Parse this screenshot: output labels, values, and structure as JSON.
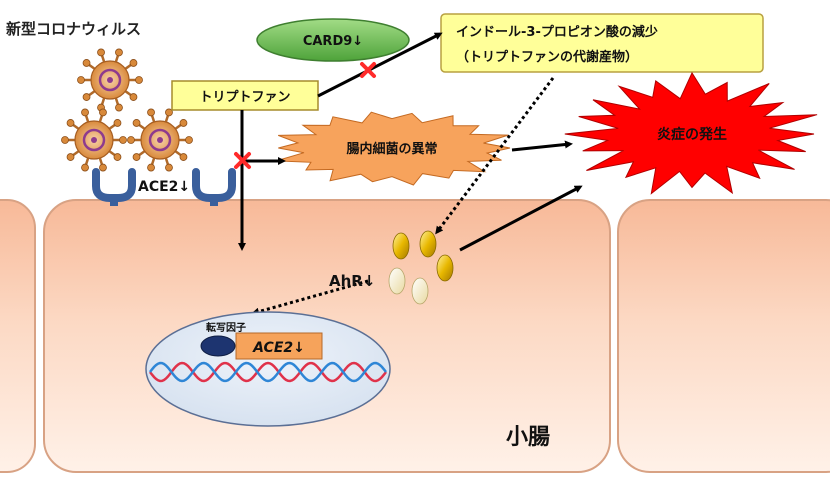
{
  "labels": {
    "virus": "新型コロナウィルス",
    "card9": "CARD9↓",
    "tryptophan": "トリプトファン",
    "ipa_line1": "インドール-3-プロピオン酸の減少",
    "ipa_line2": "（トリプトファンの代謝産物）",
    "dysbiosis": "腸内細菌の異常",
    "inflammation": "炎症の発生",
    "ace2_receptor": "ACE2↓",
    "ahr": "AhR↓",
    "transcription_factor": "転写因子",
    "ace2_gene": "ACE2↓",
    "small_intestine": "小腸"
  },
  "colors": {
    "cell_fill": "#fbd3bb",
    "cell_stroke": "#d9a68c",
    "nucleus_fill": "#dfe8f4",
    "nucleus_stroke": "#5b6f95",
    "callout_fill": "#ffff99",
    "callout_stroke": "#b8a040",
    "card9_fill": "#72c05a",
    "burst_orange": "#f7a35c",
    "burst_red": "#ff0000",
    "cross": "#ff2a2a",
    "receptor_blue": "#3a5f9c",
    "gene_box": "#f6a35b",
    "dna_red": "#e0324a",
    "dna_blue": "#2f86d6",
    "molecule_gold": "#e2b20a",
    "molecule_pale": "#f4ebbe"
  }
}
